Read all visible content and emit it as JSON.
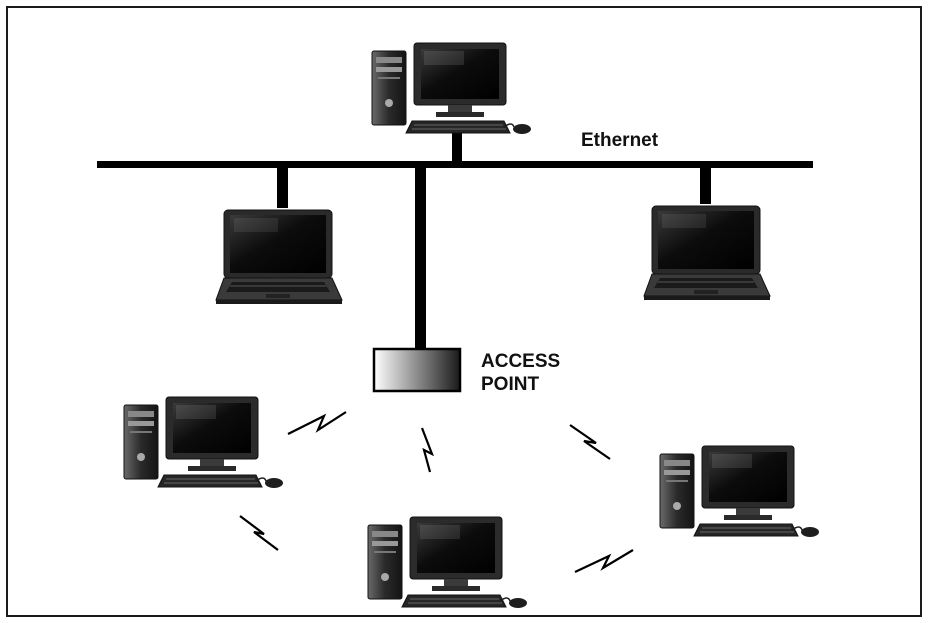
{
  "labels": {
    "ethernet": "Ethernet",
    "access_point_line1": "ACCESS",
    "access_point_line2": "POINT"
  },
  "nodes": [
    {
      "name": "server-desktop",
      "type": "desktop",
      "link": "wired"
    },
    {
      "name": "laptop-left",
      "type": "laptop",
      "link": "wired"
    },
    {
      "name": "laptop-right",
      "type": "laptop",
      "link": "wired"
    },
    {
      "name": "access-point",
      "type": "access-point",
      "link": "wired"
    },
    {
      "name": "wireless-desktop-left",
      "type": "desktop",
      "link": "wireless"
    },
    {
      "name": "wireless-desktop-bottom",
      "type": "desktop",
      "link": "wireless"
    },
    {
      "name": "wireless-desktop-right",
      "type": "desktop",
      "link": "wireless"
    }
  ],
  "colors": {
    "line": "#000000",
    "device_dark": "#1e1e1e",
    "device_mid": "#5a5a5a",
    "screen": "#0a0a0a",
    "background": "#ffffff"
  }
}
